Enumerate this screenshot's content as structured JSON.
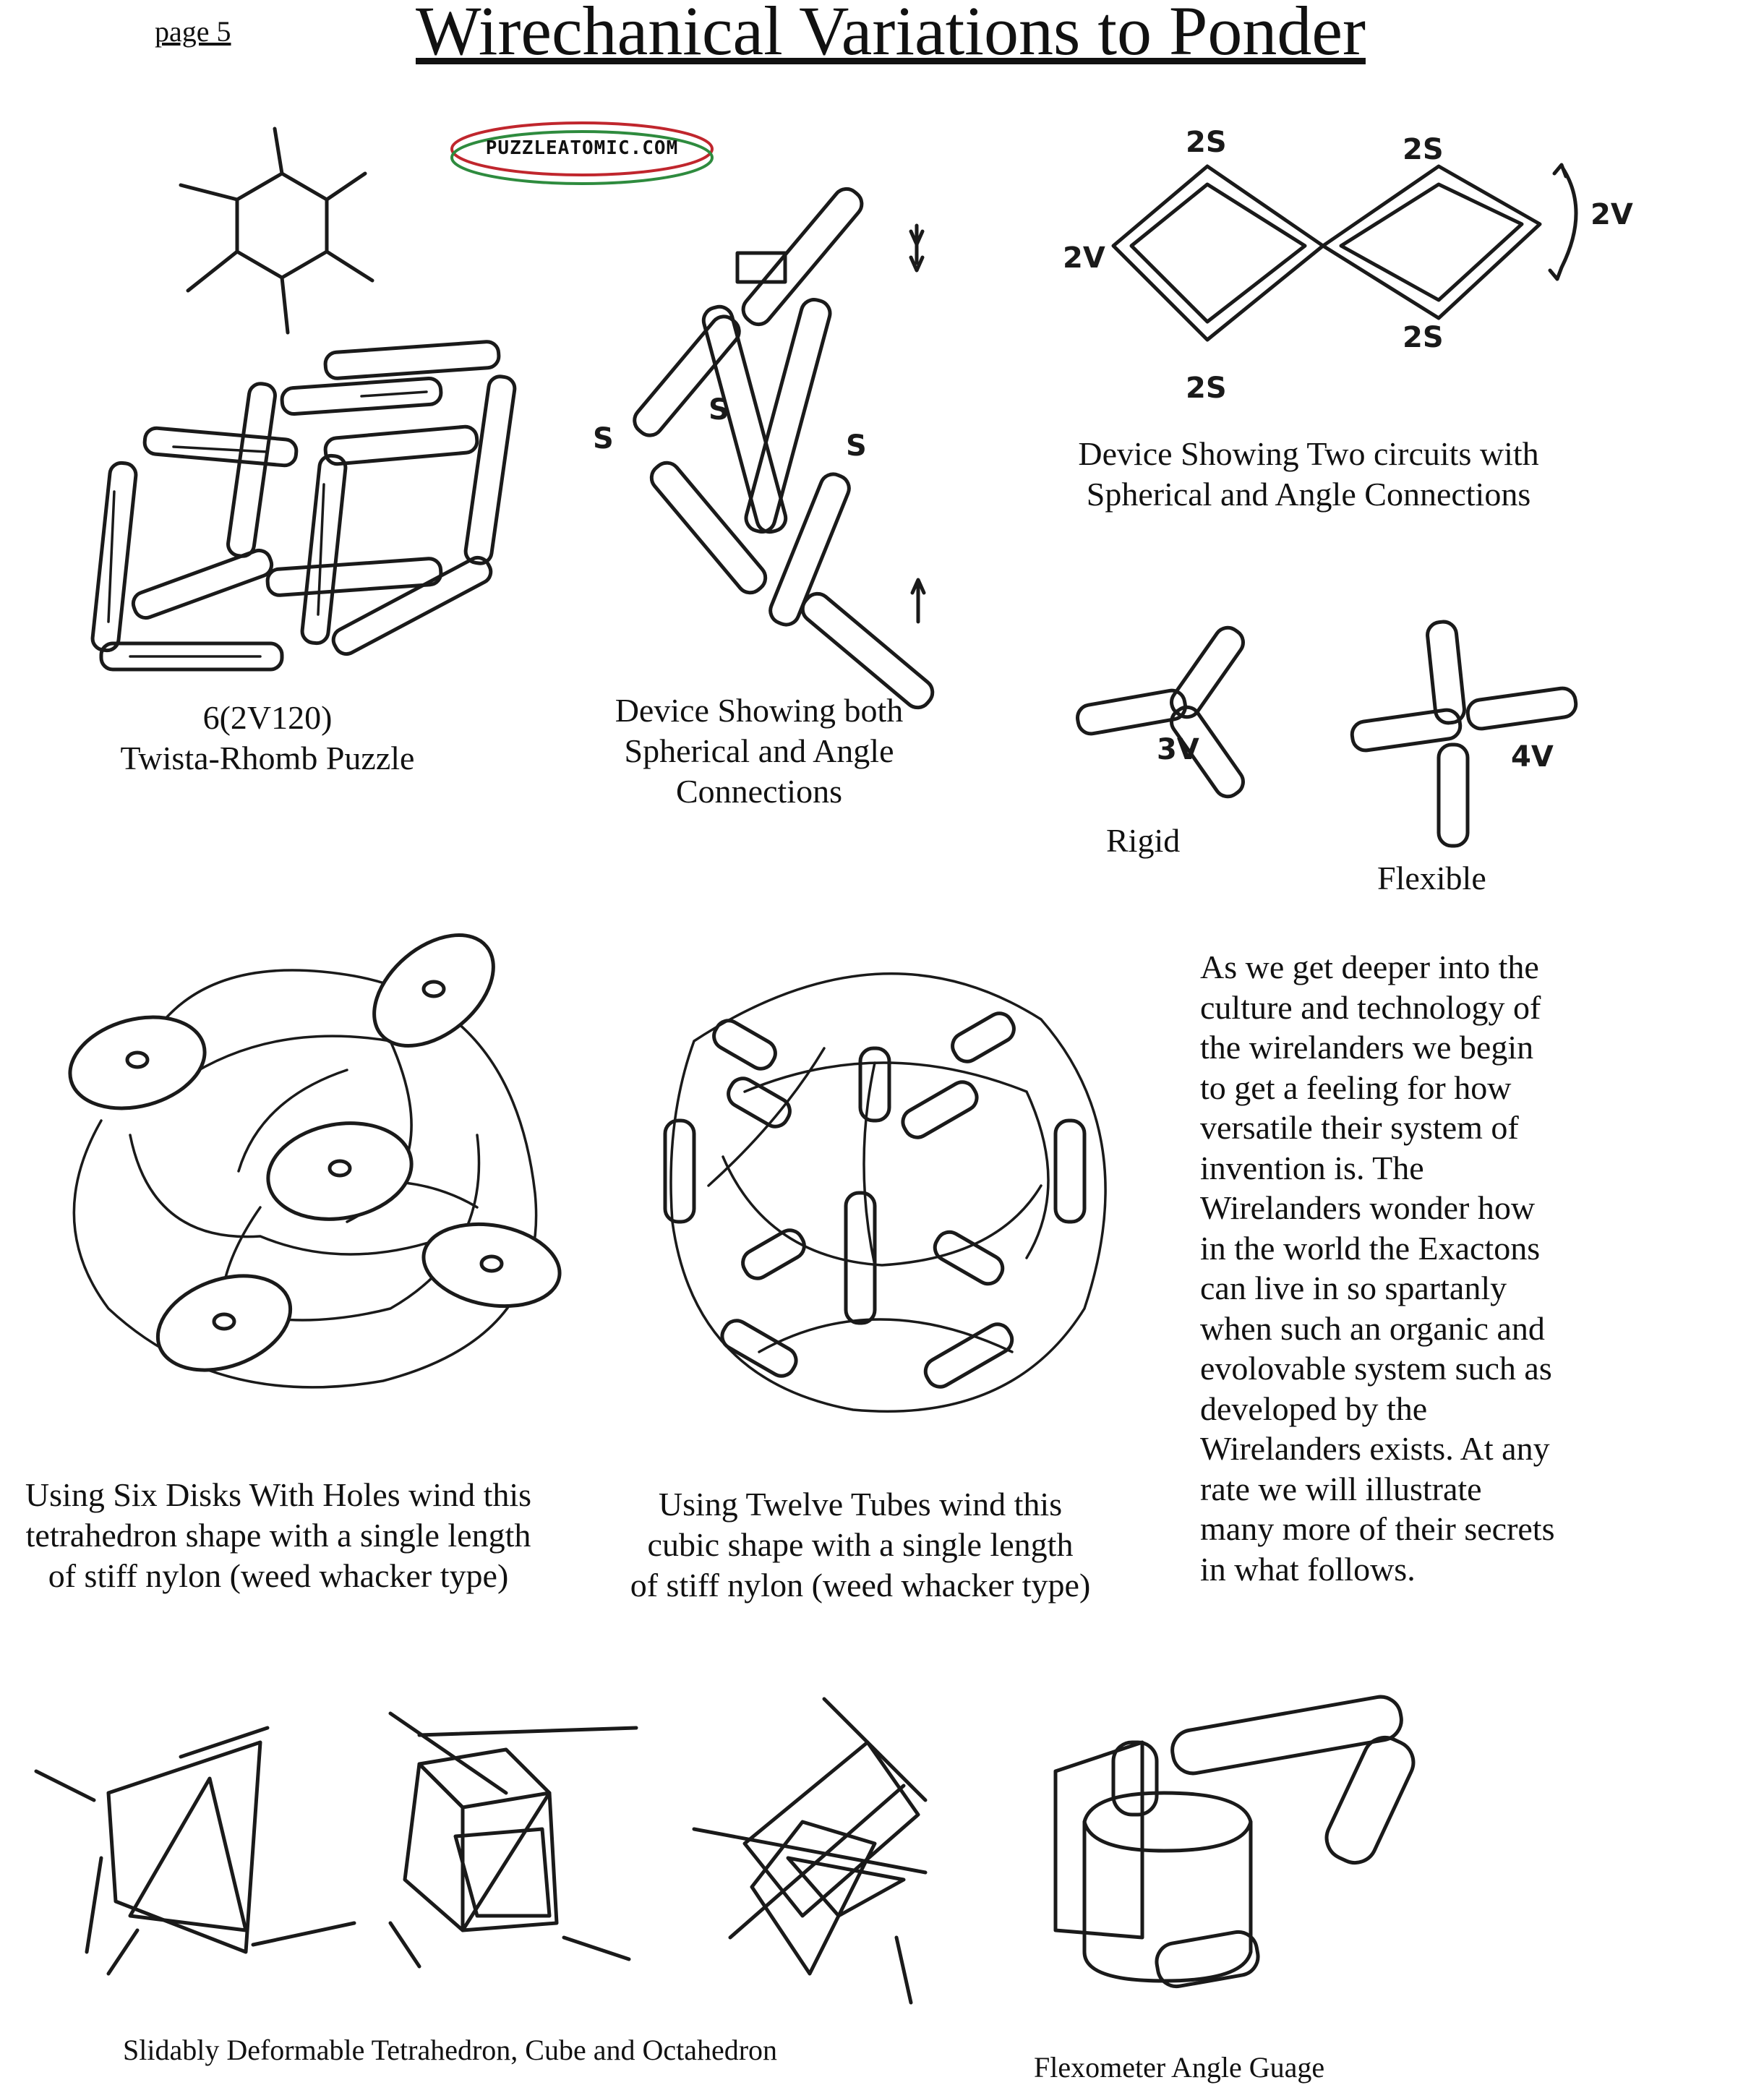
{
  "header": {
    "page_label": "page 5",
    "title": "Wirechanical Variations to Ponder"
  },
  "logo": {
    "text": "PUZZLEATOMIC.COM"
  },
  "figures": {
    "twista_rhomb": {
      "caption": [
        "6(2V120)",
        "Twista-Rhomb Puzzle"
      ]
    },
    "device_both": {
      "caption": [
        "Device Showing both",
        "Spherical and Angle",
        "Connections"
      ],
      "labels": [
        "S",
        "S",
        "S"
      ]
    },
    "device_two_circuits": {
      "caption": [
        "Device Showing Two circuits with",
        "Spherical and Angle Connections"
      ],
      "labels": [
        "2S",
        "2S",
        "2V",
        "2V",
        "2S",
        "2S"
      ]
    },
    "rigid": {
      "caption": "Rigid",
      "label": "3V"
    },
    "flexible": {
      "caption": "Flexible",
      "label": "4V"
    },
    "six_disks": {
      "caption": [
        "Using Six Disks With Holes wind this",
        "tetrahedron shape with a single length",
        "of stiff nylon  (weed whacker type)"
      ]
    },
    "twelve_tubes": {
      "caption": [
        "Using Twelve Tubes wind this",
        "cubic shape with a single length",
        "of stiff nylon  (weed whacker type)"
      ]
    },
    "deformable": {
      "caption": "Slidably Deformable Tetrahedron, Cube and Octahedron"
    },
    "flexometer": {
      "caption": "Flexometer Angle Guage"
    }
  },
  "paragraph": [
    "As we get deeper into the",
    "culture and technology of",
    "the wirelanders we begin",
    "to get a feeling for how",
    "versatile their system of",
    "invention is.  The",
    "Wirelanders wonder how",
    "in the world the Exactons",
    "can live in so spartanly",
    "when such an organic and",
    "evolovable system such as",
    "developed by the",
    "Wirelanders exists.  At any",
    "rate we will illustrate",
    "many more of their secrets",
    "in what follows."
  ],
  "colors": {
    "logo_red": "#c0262d",
    "logo_green": "#2e8b3e",
    "ink": "#1a1a1a"
  }
}
